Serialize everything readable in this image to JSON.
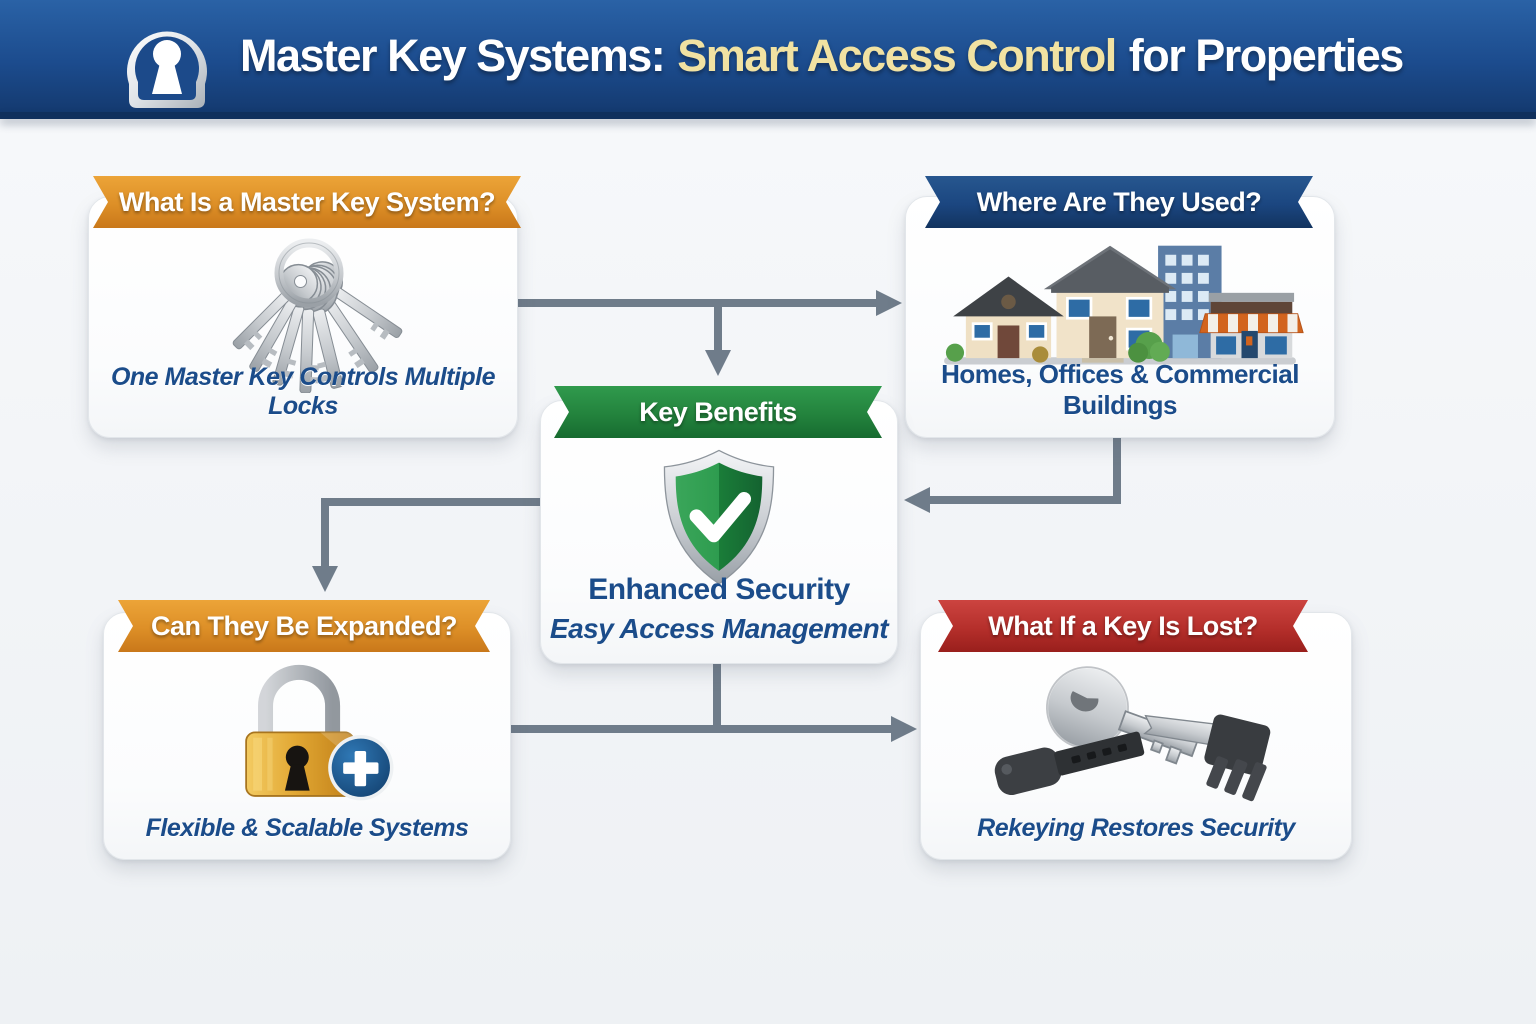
{
  "header": {
    "title_prefix": "Master Key Systems:",
    "title_highlight": "Smart Access Control",
    "title_suffix": "for Properties",
    "icon": "keyhole-badge-icon"
  },
  "boxes": [
    {
      "id": "what",
      "banner": "What Is a Master Key System?",
      "banner_color": "#dd8f27",
      "icon": "keys-bunch-icon",
      "caption": "One Master Key Controls Multiple Locks"
    },
    {
      "id": "where",
      "banner": "Where Are They Used?",
      "banner_color": "#1b4680",
      "icon": "buildings-icon",
      "caption": "Homes, Offices & Commercial Buildings"
    },
    {
      "id": "benefits",
      "banner": "Key Benefits",
      "banner_color": "#23833d",
      "icon": "shield-check-icon",
      "lines": [
        "Enhanced Security",
        "Easy Access Management"
      ]
    },
    {
      "id": "expand",
      "banner": "Can They Be Expanded?",
      "banner_color": "#dd8f27",
      "icon": "padlock-plus-icon",
      "caption": "Flexible & Scalable Systems"
    },
    {
      "id": "lost",
      "banner": "What If a Key Is Lost?",
      "banner_color": "#b52f2b",
      "icon": "rekey-keys-icon",
      "caption": "Rekeying Restores Security"
    }
  ],
  "flow": {
    "edges": [
      {
        "from": "what",
        "to": "where",
        "style": "arrow-right"
      },
      {
        "from": "what",
        "to": "benefits",
        "style": "arrow-down-branch"
      },
      {
        "from": "where",
        "to": "benefits",
        "style": "elbow-arrow-left"
      },
      {
        "from": "benefits",
        "to": "expand",
        "style": "elbow-arrow-down"
      },
      {
        "from": "expand",
        "to": "lost",
        "style": "arrow-right-junction"
      }
    ],
    "arrow_color": "#6f7c8a"
  },
  "palette": {
    "header_blue_top": "#2a62a6",
    "header_blue_bottom": "#143a70",
    "title_highlight_yellow": "#f1e2a2",
    "caption_blue": "#1b4c8a",
    "background": "#f2f4f7",
    "card_white": "#ffffff"
  }
}
